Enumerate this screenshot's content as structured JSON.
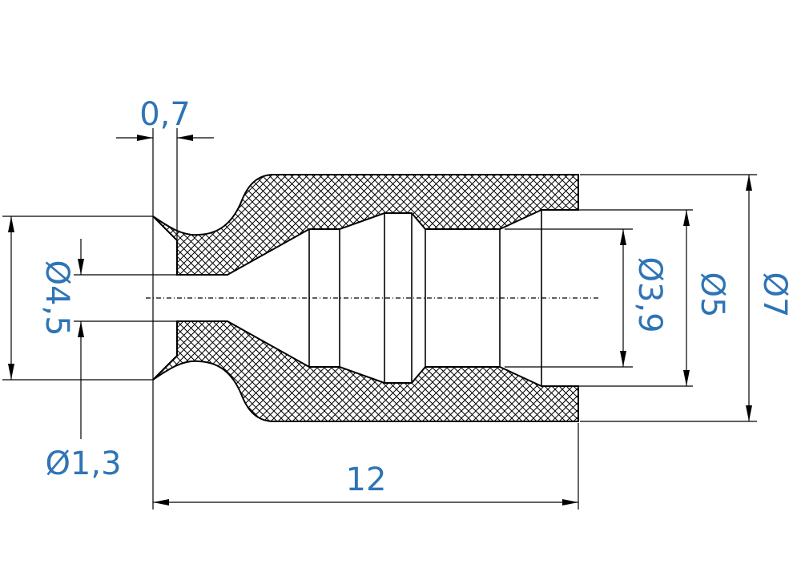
{
  "dimensions": {
    "wall_thickness": "0,7",
    "lip_diameter": "Ø4,5",
    "orifice_diameter": "Ø1,3",
    "overall_length": "12",
    "inner_bore_diameter": "Ø3,9",
    "counterbore_diameter": "Ø5",
    "outer_diameter": "Ø7"
  },
  "colors": {
    "dimension_text": "#2f74b5",
    "outline": "#000000",
    "hatch": "#000000"
  }
}
